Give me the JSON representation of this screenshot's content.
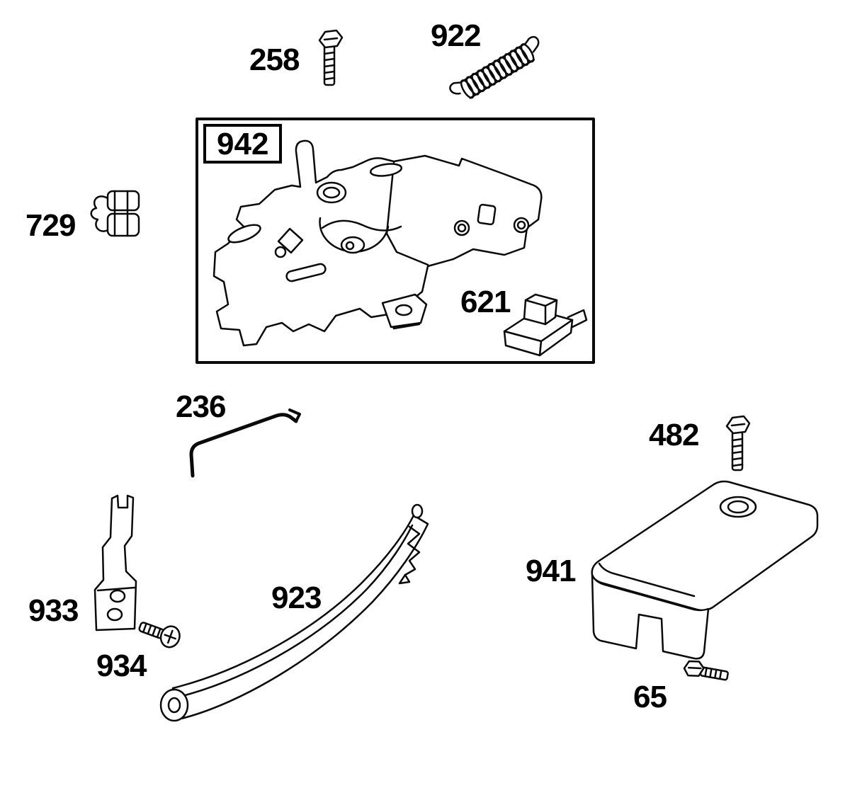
{
  "diagram": {
    "background": "#ffffff",
    "line_color": "#0a0a0a",
    "type": "exploded-parts-diagram"
  },
  "parts": {
    "p258": {
      "label": "258",
      "shape": "hex-bolt"
    },
    "p922": {
      "label": "922",
      "shape": "extension-spring"
    },
    "p942": {
      "label": "942",
      "shape": "control-bracket-assembly"
    },
    "p729": {
      "label": "729",
      "shape": "wire-clip"
    },
    "p621": {
      "label": "621",
      "shape": "terminal-clip-block"
    },
    "p236": {
      "label": "236",
      "shape": "bent-link-rod"
    },
    "p482": {
      "label": "482",
      "shape": "hex-bolt"
    },
    "p941": {
      "label": "941",
      "shape": "cover"
    },
    "p933": {
      "label": "933",
      "shape": "flat-bracket"
    },
    "p934": {
      "label": "934",
      "shape": "pan-head-screw"
    },
    "p923": {
      "label": "923",
      "shape": "brake-band"
    },
    "p65": {
      "label": "65",
      "shape": "hex-bolt-small"
    }
  }
}
